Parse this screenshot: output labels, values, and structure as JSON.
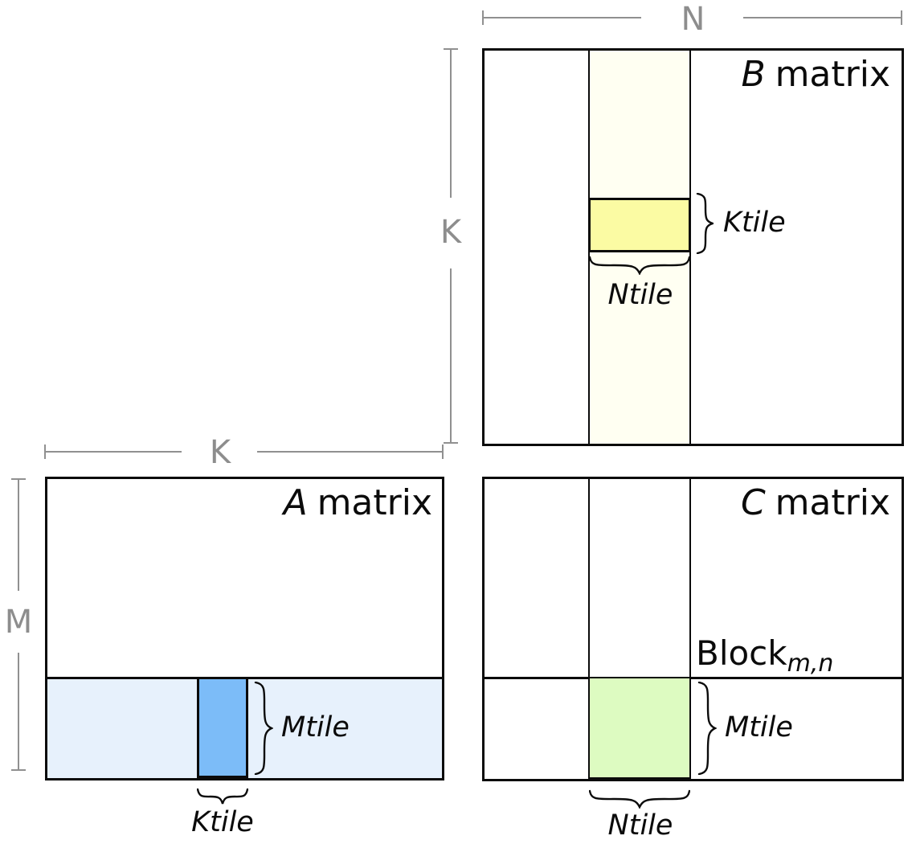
{
  "dimensions": {
    "n": "N",
    "k_vertical": "K",
    "k_horizontal": "K",
    "m": "M"
  },
  "b_matrix": {
    "title_letter": "B",
    "title_word": "matrix",
    "ktile_label": "Ktile",
    "ntile_label": "Ntile"
  },
  "a_matrix": {
    "title_letter": "A",
    "title_word": "matrix",
    "mtile_label": "Mtile",
    "ktile_label": "Ktile"
  },
  "c_matrix": {
    "title_letter": "C",
    "title_word": "matrix",
    "block_label": "Block",
    "block_subscript": "m,n",
    "mtile_label": "Mtile",
    "ntile_label": "Ntile"
  },
  "colors": {
    "b_column_strip": "#FFFFF2",
    "b_tile": "#FBFBA3",
    "a_row_strip": "#E7F1FC",
    "a_tile": "#7CBCF8",
    "c_tile": "#DDFBC1",
    "outline_black": "#0B0B0B",
    "dimension_gray": "#909090"
  }
}
